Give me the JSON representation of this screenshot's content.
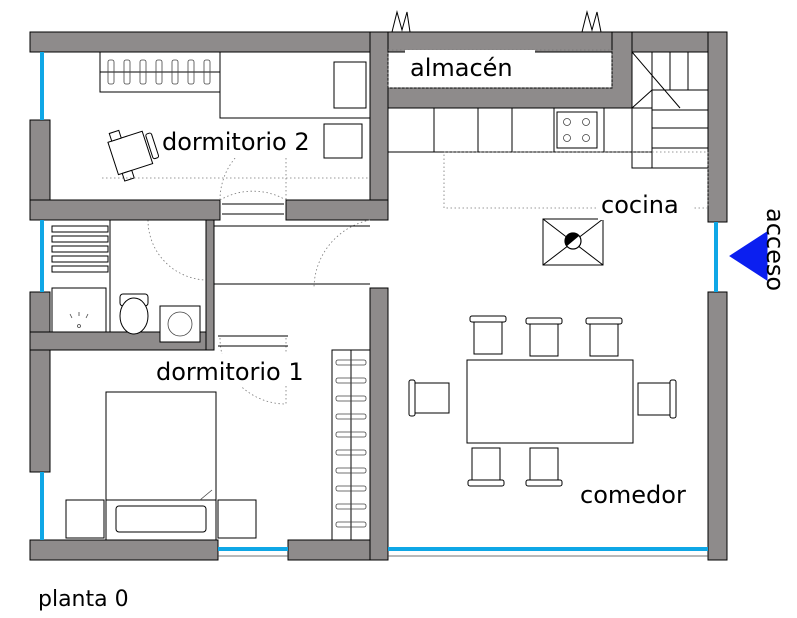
{
  "labels": {
    "almacen": "almacén",
    "dormitorio_2": "dormitorio 2",
    "cocina": "cocina",
    "acceso": "acceso",
    "dormitorio_1": "dormitorio 1",
    "comedor": "comedor",
    "planta": "planta 0"
  },
  "colors": {
    "wall": "#8e8b8b",
    "window": "#0fa7e6",
    "access_arrow": "#0b1ff0"
  }
}
